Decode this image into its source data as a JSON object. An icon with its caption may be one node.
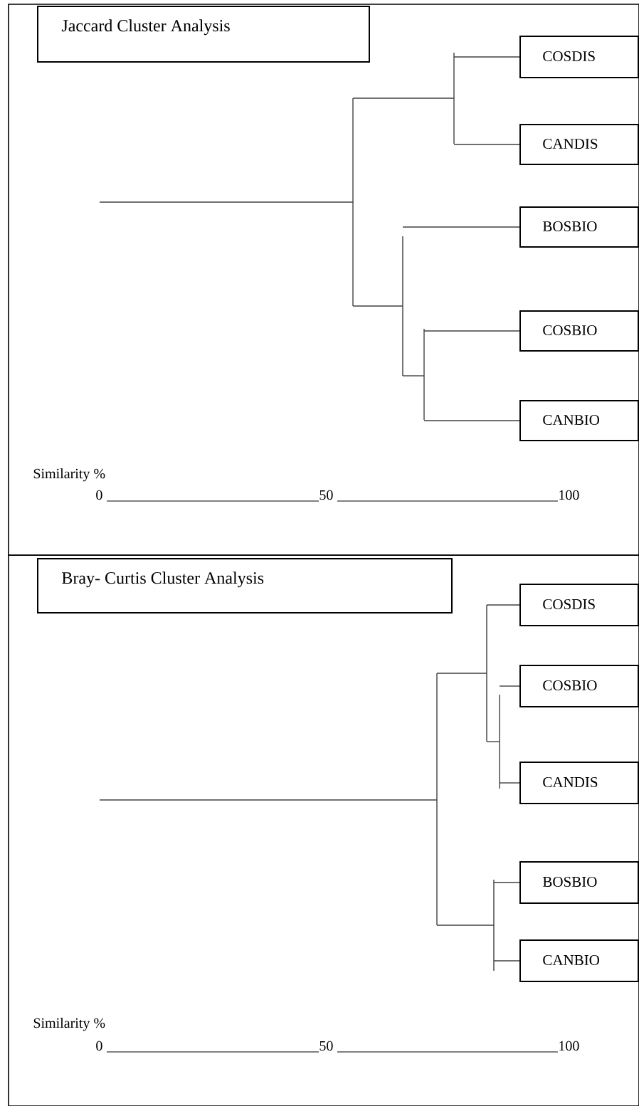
{
  "diagram": {
    "nodes": [
      {
        "text": [
          "Jaccard Cluster Analysis"
        ]
      },
      {
        "text": [
          "COSDIS"
        ]
      },
      {
        "text": [
          "CANDIS"
        ]
      },
      {
        "text": [
          "BOSBIO"
        ]
      },
      {
        "text": [
          "COSBIO"
        ]
      },
      {
        "text": [
          "CANBIO"
        ]
      },
      {
        "text": [
          "Bray- Curtis Cluster Analysis"
        ]
      },
      {
        "text": [
          "COSDIS"
        ]
      },
      {
        "text": [
          "COSBIO"
        ]
      },
      {
        "text": [
          "CANDIS"
        ]
      },
      {
        "text": [
          "BOSBIO"
        ]
      },
      {
        "text": [
          "CANBIO"
        ]
      }
    ],
    "edges": [
      {
        "from": null,
        "to": 1,
        "arrow": "none"
      },
      {
        "from": null,
        "to": 2,
        "arrow": "none"
      },
      {
        "from": null,
        "to": 3,
        "arrow": "none"
      },
      {
        "from": null,
        "to": 4,
        "arrow": "none"
      },
      {
        "from": null,
        "to": 5,
        "arrow": "none"
      },
      {
        "from": null,
        "to": 7,
        "arrow": "none"
      },
      {
        "from": null,
        "to": 8,
        "arrow": "none"
      },
      {
        "from": null,
        "to": 9,
        "arrow": "none"
      },
      {
        "from": null,
        "to": 10,
        "arrow": "none"
      },
      {
        "from": null,
        "to": 11,
        "arrow": "none"
      }
    ],
    "labels": [
      "Similarity %",
      "0",
      "50",
      "100",
      "Similarity %",
      "0",
      "50",
      "100"
    ]
  }
}
